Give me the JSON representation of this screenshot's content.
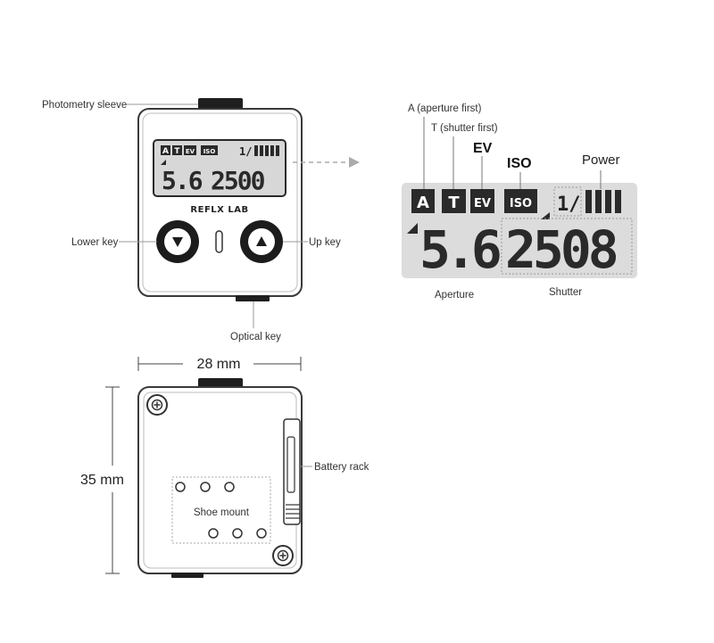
{
  "labels": {
    "photometry_sleeve": "Photometry sleeve",
    "lower_key": "Lower key",
    "up_key": "Up key",
    "optical_key": "Optical key",
    "battery_rack": "Battery rack",
    "shoe_mount": "Shoe mount",
    "aperture_first": "A (aperture first)",
    "shutter_first": "T (shutter first)",
    "ev": "EV",
    "iso": "ISO",
    "power": "Power",
    "aperture": "Aperture",
    "shutter": "Shutter"
  },
  "device": {
    "brand": "REFLX LAB"
  },
  "lcd": {
    "mode_a": "A",
    "mode_t": "T",
    "ev": "EV",
    "iso": "ISO",
    "fraction": "1/",
    "aperture_value": "5.6",
    "shutter_value_small": "2500",
    "shutter_value_large": "2508"
  },
  "dimensions": {
    "width": "28 mm",
    "height": "35 mm"
  },
  "colors": {
    "lcd_bg": "#dcdcdc",
    "outline": "#333333",
    "chip": "#2a2a2a"
  }
}
